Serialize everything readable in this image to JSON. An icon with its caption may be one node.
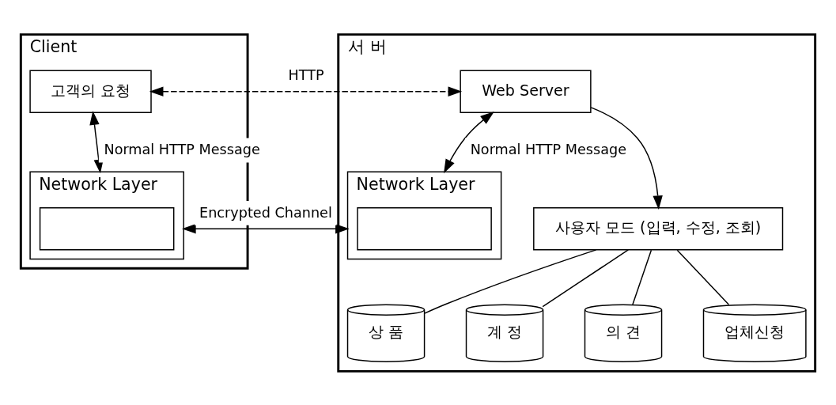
{
  "diagram": {
    "nodes": [
      {
        "text": [
          "Client"
        ]
      },
      {
        "text": [
          "고객의 요청"
        ],
        "in": 0
      },
      {
        "text": [
          "Network Layer"
        ],
        "in": 0
      },
      {
        "text": [],
        "shape": "box",
        "in": 2
      },
      {
        "text": [
          "서 버"
        ]
      },
      {
        "text": [
          "Web Server"
        ],
        "in": 4
      },
      {
        "text": [
          "Network Layer"
        ],
        "in": 4
      },
      {
        "text": [],
        "shape": "box",
        "in": 6
      },
      {
        "text": [
          "사용자 모드 (입력, 수정, 조회)"
        ],
        "in": 4
      },
      {
        "text": [
          "상 품"
        ],
        "in": 4
      },
      {
        "text": [
          "계 정"
        ],
        "in": 4
      },
      {
        "text": [
          "의 견"
        ],
        "in": 4
      },
      {
        "text": [
          "업체신청"
        ],
        "in": 4
      }
    ],
    "edges": [
      {
        "from": 1,
        "to": 5,
        "arrow": "both",
        "style": "dashed",
        "label": "HTTP"
      },
      {
        "from": 1,
        "to": 2,
        "arrow": "both",
        "label": "Normal HTTP Message"
      },
      {
        "from": 5,
        "to": 6,
        "arrow": "both",
        "label": "Normal HTTP Message"
      },
      {
        "from": 2,
        "to": 6,
        "arrow": "both",
        "label": "Encrypted Channel"
      },
      {
        "from": 5,
        "to": 8,
        "arrow": "to"
      },
      {
        "from": 8,
        "to": 9,
        "arrow": "none"
      },
      {
        "from": 8,
        "to": 10,
        "arrow": "none"
      },
      {
        "from": 8,
        "to": 11,
        "arrow": "none"
      },
      {
        "from": 8,
        "to": 12,
        "arrow": "none"
      }
    ]
  }
}
